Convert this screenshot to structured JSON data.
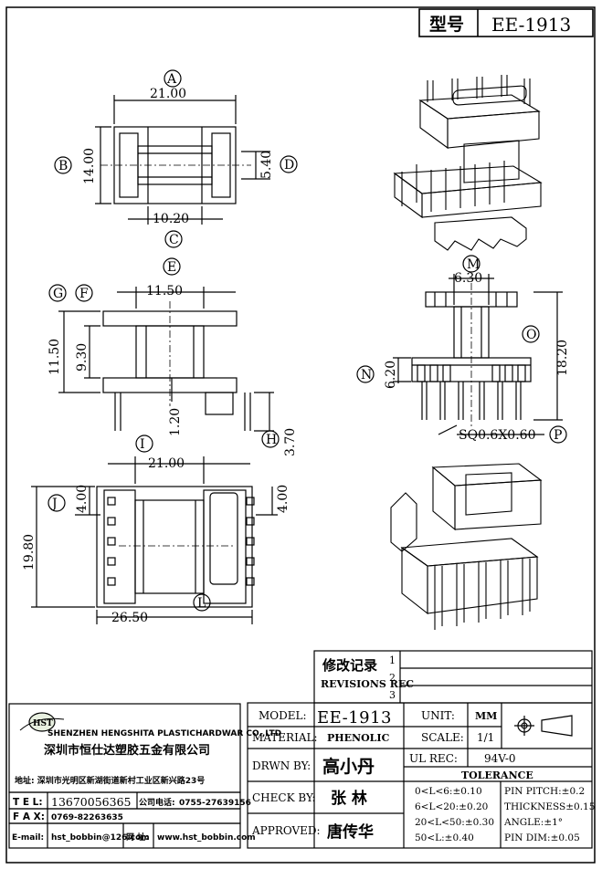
{
  "title_block": {
    "type_label": "型号",
    "model_code": "EE-1913"
  },
  "dimensions": {
    "A": "21.00",
    "B": "14.00",
    "C": "10.20",
    "D": "5.40",
    "E": "11.50",
    "F": "9.30",
    "G": "11.50",
    "H": "3.70",
    "h_small": "1.20",
    "I": "21.00",
    "J": "4.00",
    "J2": "4.00",
    "K": "19.80",
    "L": "26.50",
    "M": "6.30",
    "N": "6.20",
    "O": "18.20",
    "P": "SQ0.6X0.60"
  },
  "letters": [
    "A",
    "B",
    "C",
    "D",
    "E",
    "F",
    "G",
    "H",
    "I",
    "J",
    "L",
    "M",
    "N",
    "O",
    "P"
  ],
  "revisions": {
    "title_cn": "修改记录",
    "title_en": "REVISIONS REC",
    "marks": [
      "1",
      "2",
      "3"
    ]
  },
  "company": {
    "name_en": "SHENZHEN HENGSHITA PLASTICHARDWAR CO.,LTD",
    "name_cn": "深圳市恒仕达塑胶五金有限公司",
    "address": "地址: 深圳市光明区新湖街道新村工业区新兴路23号",
    "tel_label": "T E L:",
    "tel": "13670056365",
    "company_phone_label": "公司电话:",
    "company_phone": "0755-27639156",
    "fax_label": "F A X:",
    "fax": "0769-82263635",
    "email_label": "E-mail:",
    "email": "hst_bobbin@126.com",
    "web_label": "网 址:",
    "web": "www.hst_bobbin.com",
    "logo_text": "HST"
  },
  "spec": {
    "model_label": "MODEL:",
    "model": "EE-1913",
    "material_label": "MATERIAL:",
    "material": "PHENOLIC",
    "drawn_label": "DRWN BY:",
    "drawn": "高小丹",
    "check_label": "CHECK BY:",
    "check": "张 林",
    "approved_label": "APPROVED:",
    "approved": "唐传华",
    "unit_label": "UNIT:",
    "unit": "MM",
    "scale_label": "SCALE:",
    "scale": "1/1",
    "ul_label": "UL REC:",
    "ul": "94V-0",
    "tolerance_label": "TOLERANCE",
    "tol": [
      "0<L<6:±0.10",
      "6<L<20:±0.20",
      "20<L<50:±0.30",
      "50<L:±0.40"
    ],
    "pin": [
      "PIN PITCH:±0.2",
      "THICKNESS±0.15",
      "ANGLE:±1°",
      "PIN DIM:±0.05"
    ]
  }
}
